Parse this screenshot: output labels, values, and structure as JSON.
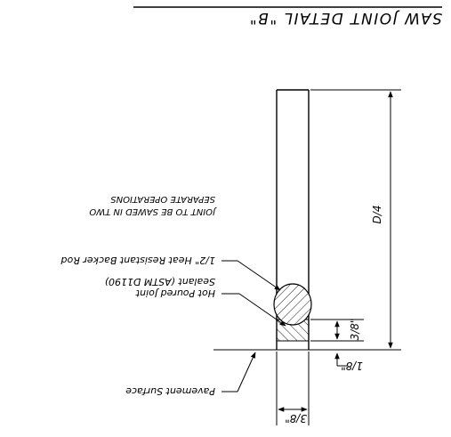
{
  "drawing": {
    "title": "SAW JOINT DETAIL \"B\"",
    "dim_depth": "D/4",
    "dim_fill_height": "3/8\"",
    "dim_recess": "1/8\"",
    "dim_width": "3/8\"",
    "note_two_ops_line1": "JOINT TO BE SAWED IN TWO",
    "note_two_ops_line2": "SEPARATE OPERATIONS",
    "label_backer_rod": "1/2\" Heat Resistant Backer Rod",
    "label_sealant_line1": "Hot Poured Joint",
    "label_sealant_line2": "Sealant (ASTM D1190)",
    "label_surface": "Pavement Surface",
    "orientation": "mirrored-and-inverted"
  }
}
